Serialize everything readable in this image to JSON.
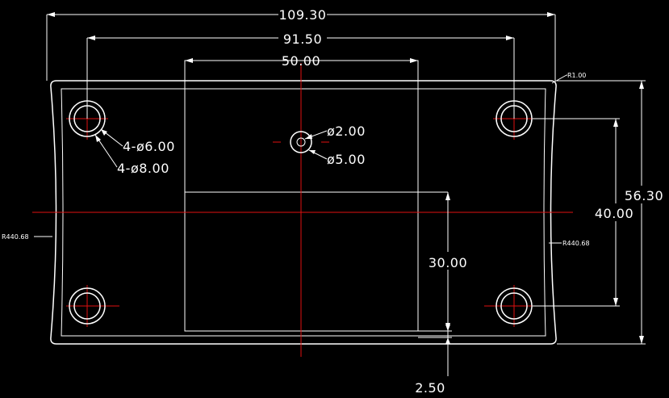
{
  "drawing": {
    "background_color": "#000000",
    "line_color": "#ffffff",
    "centerline_color": "#e01010",
    "dimensions": {
      "overall_width": "109.30",
      "hole_spacing_x": "91.50",
      "pocket_width": "50.00",
      "overall_height": "56.30",
      "hole_spacing_y": "40.00",
      "pocket_height": "30.00",
      "pocket_offset": "2.50"
    },
    "callouts": {
      "corner_hole_inner": "4-ø6.00",
      "corner_hole_outer": "4-ø8.00",
      "center_hole_inner": "ø2.00",
      "center_hole_outer": "ø5.00",
      "corner_radius": "R1.00",
      "side_radius_left": "R440.68",
      "side_radius_right": "R440.68"
    }
  }
}
